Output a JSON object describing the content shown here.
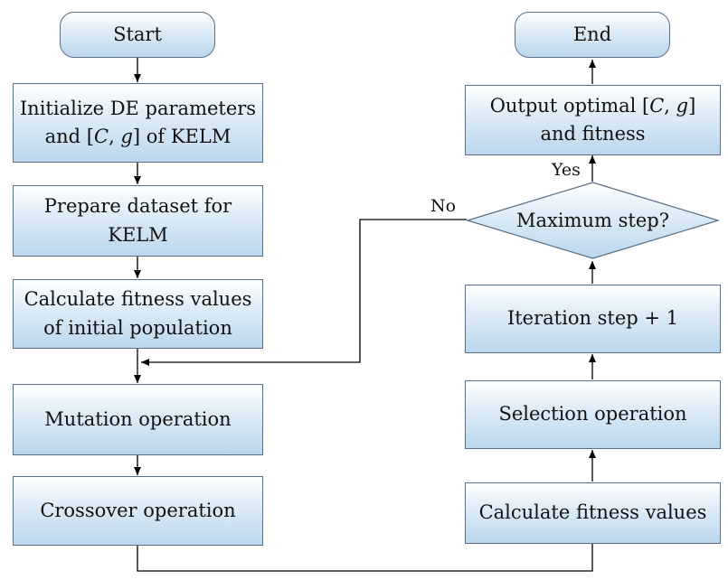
{
  "nodes": {
    "start": "Start",
    "init_line1": "Initialize DE parameters",
    "init_line2_pre": "and [",
    "init_c": "C",
    "init_sep": ", ",
    "init_g": "g",
    "init_line2_post": "] of KELM",
    "prepare": "Prepare dataset for\nKELM",
    "calc_initial": "Calculate fitness values\nof initial population",
    "mutation": "Mutation operation",
    "crossover": "Crossover operation",
    "calc_fitness": "Calculate fitness values",
    "selection": "Selection operation",
    "iteration": "Iteration step + 1",
    "decision": "Maximum step?",
    "out_pre": "Output optimal [",
    "out_c": "C",
    "out_sep": ", ",
    "out_g": "g",
    "out_post": "]",
    "out_line2": "and fitness",
    "end": "End"
  },
  "edge_labels": {
    "no": "No",
    "yes": "Yes"
  },
  "colors": {
    "border": "#5a6e86",
    "fill_top": "#ffffff",
    "fill_bottom": "#bcd6ec",
    "line": "#000000"
  }
}
